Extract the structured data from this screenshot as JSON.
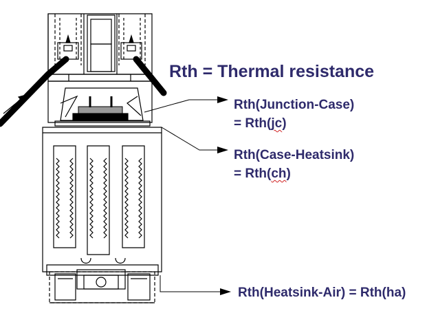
{
  "title": "Rth = Thermal resistance",
  "labels": {
    "junction_case": {
      "line1": "Rth(Junction-Case)",
      "line2_prefix": "= Rth(",
      "line2_sub": "jc",
      "line2_suffix": ")"
    },
    "case_heatsink": {
      "line1": "Rth(Case-Heatsink)",
      "line2_prefix": "= Rth(",
      "line2_sub": "ch",
      "line2_suffix": ")"
    },
    "heatsink_air": {
      "text": "Rth(Heatsink-Air) = Rth(ha)"
    }
  },
  "colors": {
    "text": "#2e2a6b",
    "lines": "#000000",
    "spellcheck_underline": "#d02020"
  }
}
